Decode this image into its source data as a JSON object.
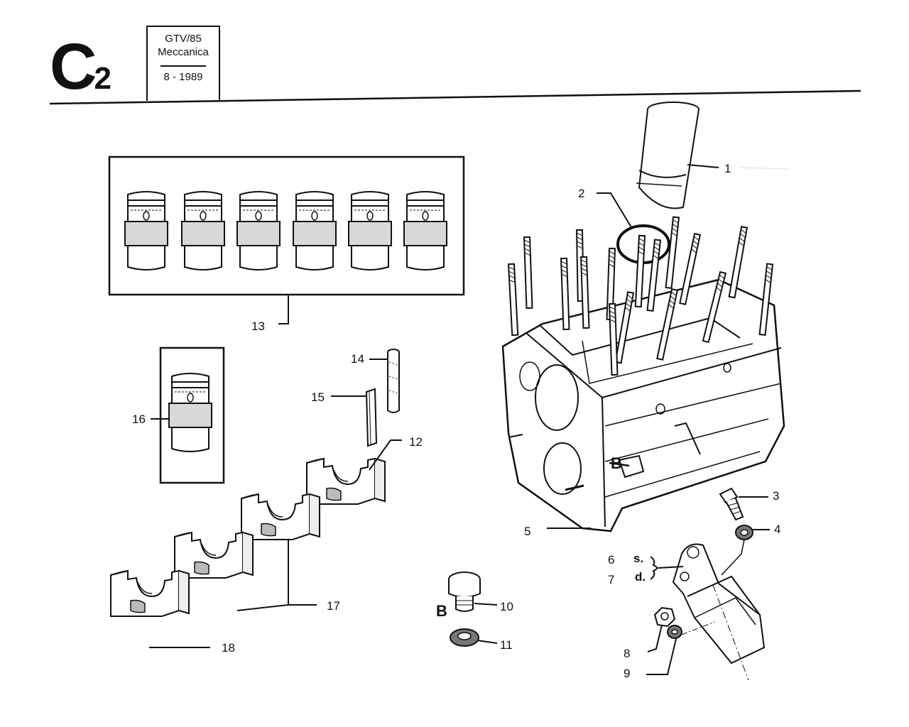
{
  "header": {
    "section_letter": "C",
    "section_number": "2",
    "model": "GTV/85",
    "category": "Meccanica",
    "date": "8 - 1989"
  },
  "callouts": {
    "c1": "1",
    "c2": "2",
    "c3": "3",
    "c4": "4",
    "c5": "5",
    "c6": "6",
    "c6s": "s.",
    "c7": "7",
    "c7d": "d.",
    "c8": "8",
    "c9": "9",
    "c10": "10",
    "c11": "11",
    "c12": "12",
    "c13": "13",
    "c14": "14",
    "c15": "15",
    "c16": "16",
    "c17": "17",
    "c18": "18",
    "detail_b_block": "B",
    "detail_b_plug": "B"
  },
  "colors": {
    "ink": "#111111",
    "paper": "#ffffff",
    "shade": "#cfcfcf"
  }
}
